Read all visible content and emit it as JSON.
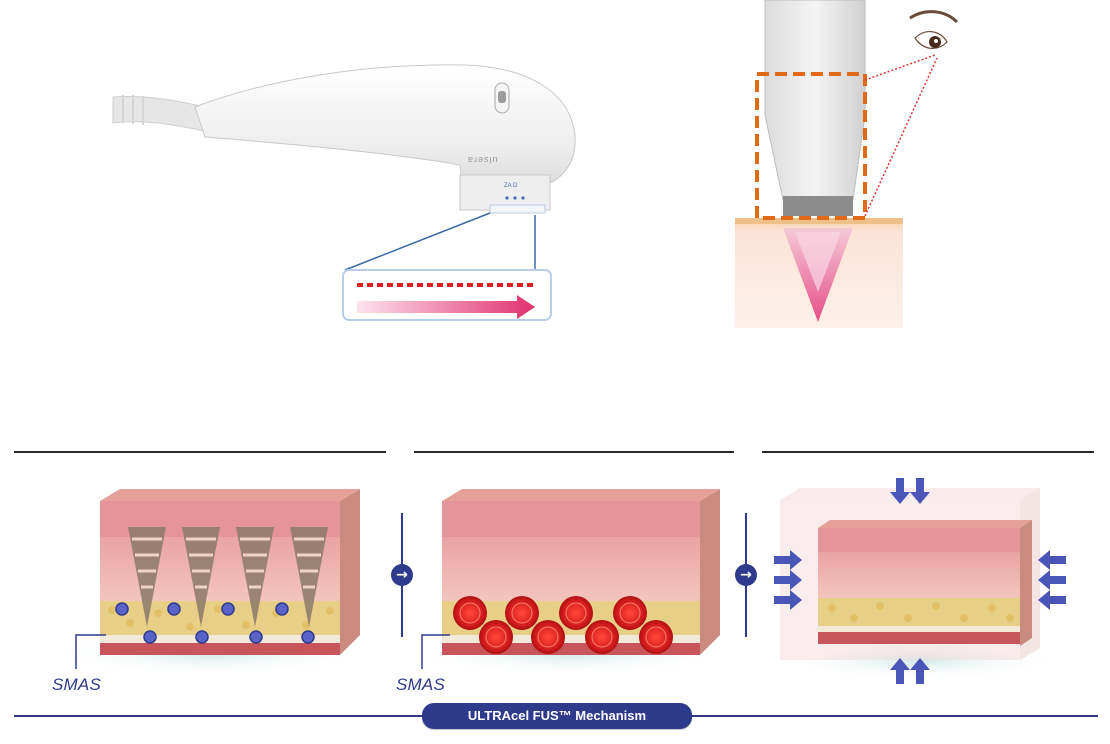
{
  "handpiece": {
    "brand": "ulsera",
    "panel_text": "ZA D"
  },
  "labels": {
    "smas_1": "SMAS",
    "smas_2": "SMAS"
  },
  "icons": {
    "step_arrow_1": "→",
    "step_arrow_2": "→"
  },
  "footer": {
    "title": "ULTRAcel FUS™ Mechanism"
  },
  "colors": {
    "accent": "#2e3a8c",
    "focal_red": "#e02020",
    "frame_orange": "#e06a18",
    "skin_pink": "#e9a3a3"
  }
}
